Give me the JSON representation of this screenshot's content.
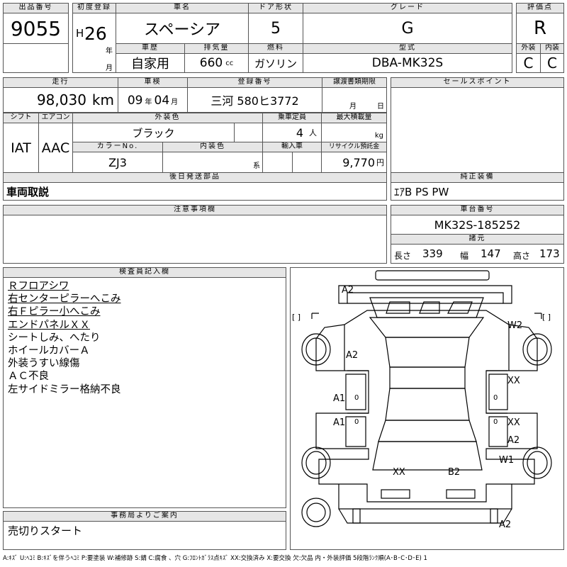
{
  "header": {
    "lot_no_label": "出品番号",
    "lot_no": "9055",
    "first_reg_label": "初度登録",
    "era": "H",
    "year": "26",
    "year_unit": "年",
    "month_unit": "月",
    "model_name_label": "車名",
    "model_name": "スペーシア",
    "door_label": "ドア形状",
    "doors": "5",
    "grade_label": "グレード",
    "grade": "G",
    "rating_label": "評価点",
    "rating": "R",
    "history_label": "車歴",
    "history": "自家用",
    "displacement_label": "排気量",
    "displacement": "660",
    "displacement_unit": "cc",
    "fuel_label": "燃料",
    "fuel": "ガソリン",
    "model_code_label": "型式",
    "model_code": "DBA-MK32S",
    "exterior_label": "外装",
    "exterior_grade": "C",
    "interior_label": "内装",
    "interior_grade": "C"
  },
  "row2": {
    "mileage_label": "走行",
    "mileage": "98,030",
    "mileage_unit": "km",
    "inspection_label": "車検",
    "insp_year": "09",
    "insp_year_unit": "年",
    "insp_month": "04",
    "insp_month_unit": "月",
    "reg_no_label": "登録番号",
    "reg_no": "三河 580ヒ3772",
    "transfer_label": "譲渡書類期限",
    "transfer_month_unit": "月",
    "transfer_day_unit": "日",
    "sales_point_label": "セールスポイント"
  },
  "row3": {
    "shift_label": "シフト",
    "shift": "IAT",
    "ac_label": "エアコン",
    "ac": "AAC",
    "ext_color_label": "外装色",
    "ext_color": "ブラック",
    "capacity_label": "乗車定員",
    "capacity": "4",
    "capacity_unit": "人",
    "max_load_label": "最大積載量",
    "max_load_unit": "kg",
    "color_no_label": "カラーNo.",
    "color_no": "ZJ3",
    "int_color_label": "内装色",
    "int_color_unit": "系",
    "import_label": "輸入車",
    "recycle_label": "リサイクル預託金",
    "recycle": "9,770",
    "recycle_unit": "円"
  },
  "parts": {
    "label": "後日発送部品",
    "value": "車両取説"
  },
  "equipment": {
    "label": "純正装備",
    "value": "ｴｱB PS PW"
  },
  "caution": {
    "label": "注意事項欄"
  },
  "chassis": {
    "label": "車台番号",
    "value": "MK32S-185252"
  },
  "specs": {
    "label": "諸元",
    "length_label": "長さ",
    "length": "339",
    "width_label": "幅",
    "width": "147",
    "height_label": "高さ",
    "height": "173"
  },
  "inspector": {
    "label": "検査員記入欄",
    "notes": [
      "Ｒフロアシワ",
      "右センターピラーへこみ",
      "右Ｆピラー小へこみ",
      "エンドパネルＸＸ",
      "シートしみ、へたり",
      "ホイールカバーＡ",
      "外装うすい線傷",
      "ＡＣ不良",
      "左サイドミラー格納不良"
    ]
  },
  "office": {
    "label": "事務局よりご案内",
    "value": "売切りスタート"
  },
  "diagram_marks": {
    "front_top": "A2",
    "hood_left": "A2",
    "left_front_door": "A1",
    "left_rear_door": "A1",
    "right_front_fender": "W2",
    "right_front_door": "XX",
    "right_rear_door_upper": "XX",
    "right_rear_door_lower": "A2",
    "right_rear_fender": "W1",
    "rear_left": "XX",
    "rear_right": "B2",
    "rear_bottom": "A2",
    "bracket_left": "[ ]",
    "bracket_right": "[ ]",
    "zero": "0"
  },
  "legend": "A:ｷｽﾞ U:ﾍｺﾐ B:ｷｽﾞを伴うﾍｺﾐ P:要塗装 W:補修跡 S:錆 C:腐食 、穴 G:ﾌﾛﾝﾄｶﾞﾗｽ点ｷｽﾞ XX:交換済み X:要交換 欠:欠品 内・外装評価 5段階ﾗﾝｸ順(A･B･C･D･E) 1"
}
